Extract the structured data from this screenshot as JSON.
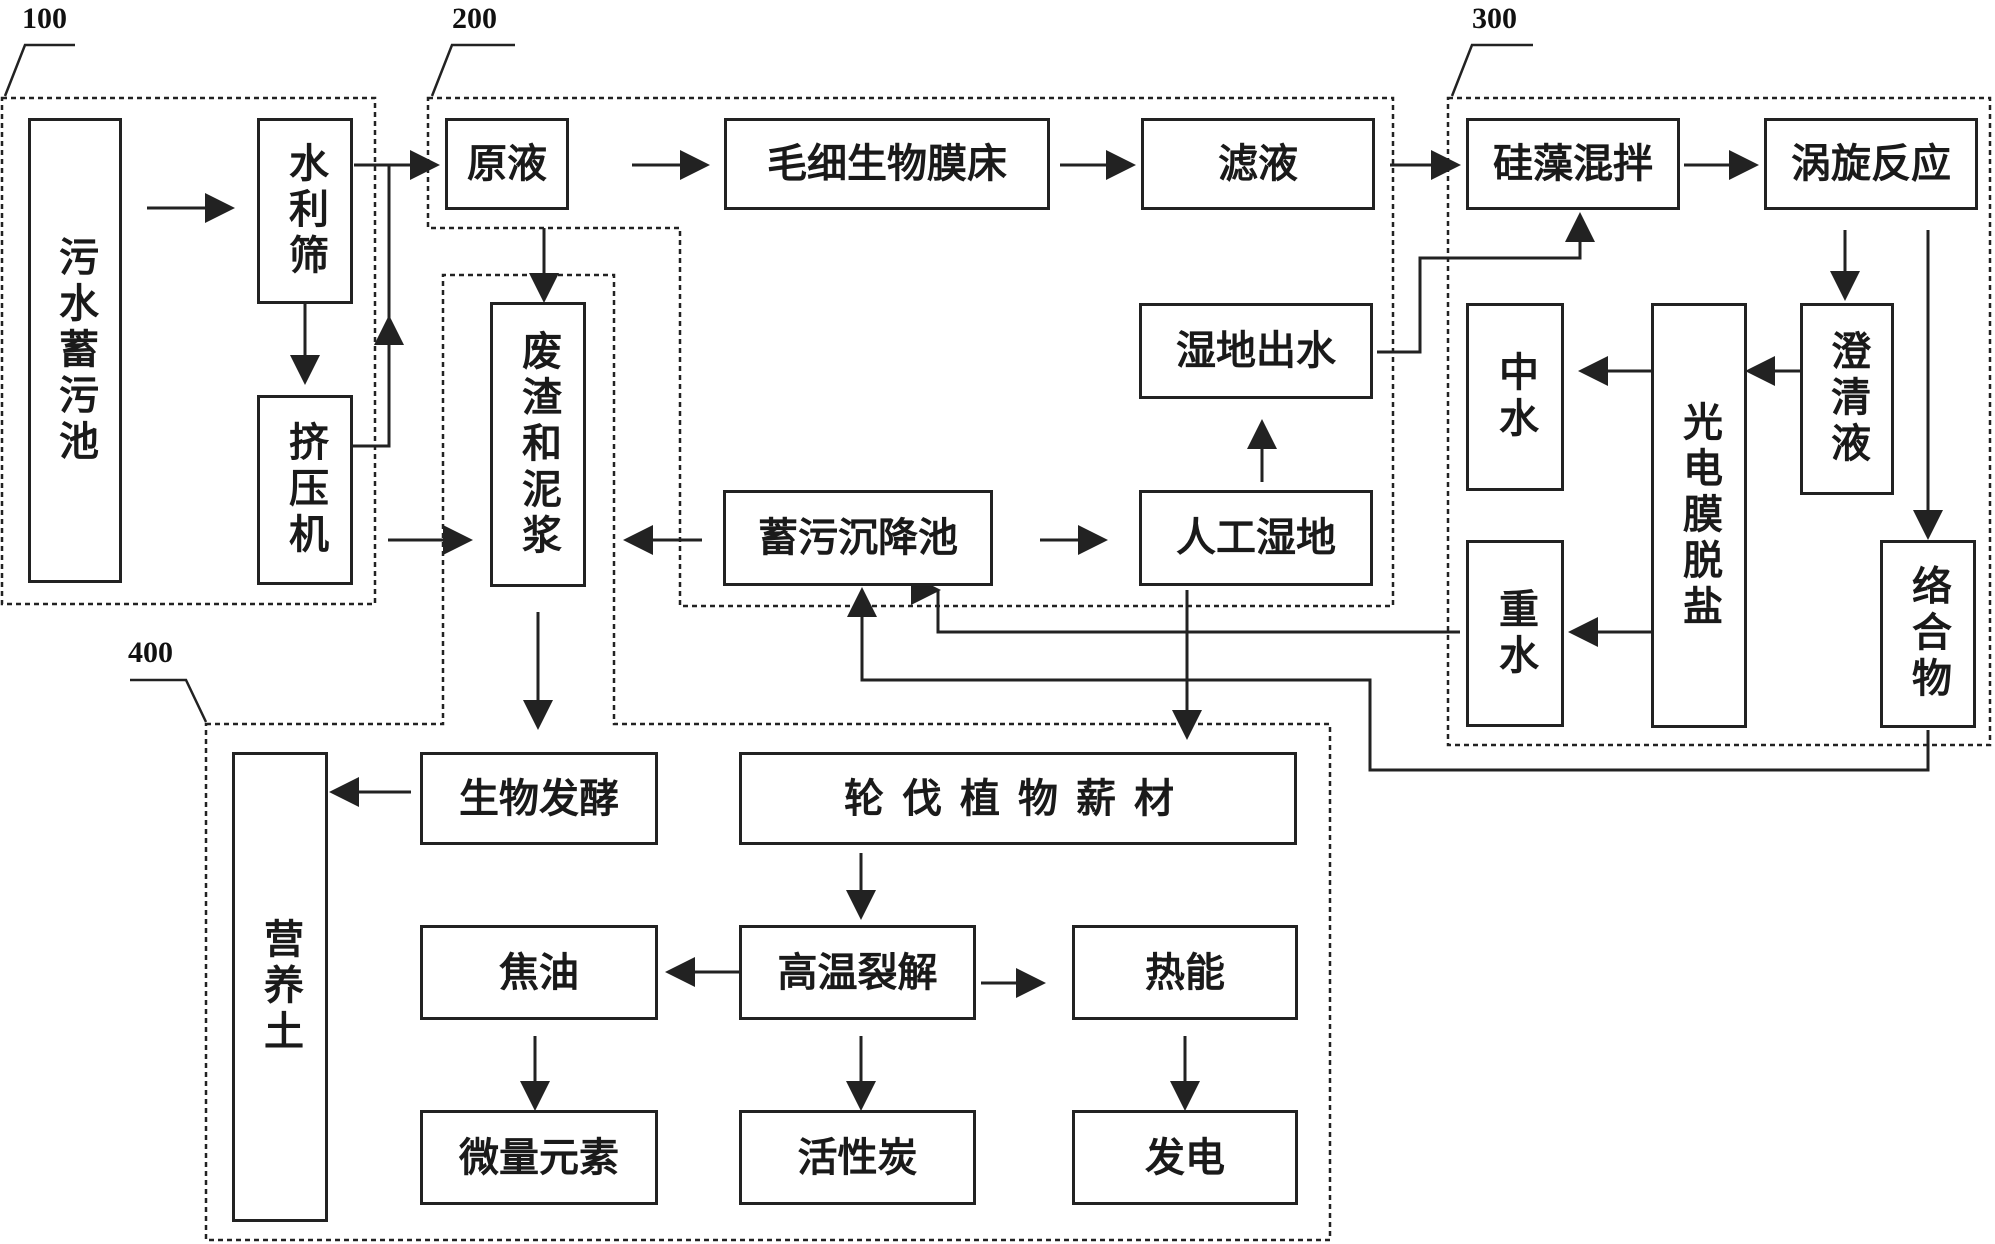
{
  "groups": {
    "g100": "100",
    "g200": "200",
    "g300": "300",
    "g400": "400"
  },
  "nodes": {
    "sewage_pool": "污水蓄污池",
    "water_screen": "水利筛",
    "squeezer": "挤压机",
    "raw_liquid": "原液",
    "capillary_biofilm_bed": "毛细生物膜床",
    "filtrate": "滤液",
    "residue_mud": "废渣和泥浆",
    "sewage_settling_pond": "蓄污沉降池",
    "artificial_wetland": "人工湿地",
    "wetland_outflow": "湿地出水",
    "diatom_mixing": "硅藻混拌",
    "vortex_reaction": "涡旋反应",
    "clear_liquid": "澄清液",
    "middle_water": "中水",
    "photoelectric_desalination": "光电膜脱盐",
    "heavy_water": "重水",
    "complex": "络合物",
    "bio_fermentation": "生物发酵",
    "rotation_firewood": "轮伐植物薪材",
    "nutrient_soil": "营养土",
    "tar": "焦油",
    "pyrolysis": "高温裂解",
    "heat_energy": "热能",
    "trace_elements": "微量元素",
    "activated_carbon": "活性炭",
    "power_generation": "发电"
  },
  "colors": {
    "stroke": "#222222",
    "text": "#1a1a1a",
    "background": "#ffffff"
  }
}
